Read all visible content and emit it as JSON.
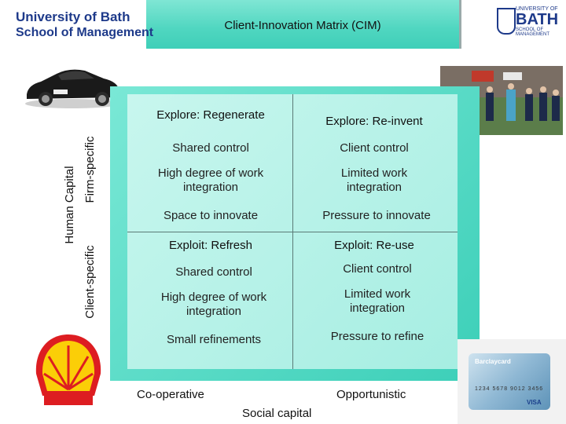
{
  "header": {
    "title": "Client-Innovation Matrix (CIM)",
    "university_line1": "University of Bath",
    "university_line2": "School of Management",
    "bath_small": "UNIVERSITY OF",
    "bath_big": "BATH",
    "bath_sub": "SCHOOL OF MANAGEMENT"
  },
  "axes": {
    "y_outer": "Human Capital",
    "y_top": "Firm-specific",
    "y_bottom": "Client-specific",
    "x_left": "Co-operative",
    "x_right": "Opportunistic",
    "x_title": "Social capital"
  },
  "quadrants": {
    "top_left": {
      "title": "Explore: Regenerate",
      "item1": "Shared control",
      "item2": "High degree of work integration",
      "item3": "Space to innovate"
    },
    "top_right": {
      "title": "Explore: Re-invent",
      "item1": "Client control",
      "item2": "Limited work integration",
      "item3": "Pressure to innovate"
    },
    "bottom_left": {
      "title": "Exploit: Refresh",
      "item1": "Shared control",
      "item2": "High degree of work integration",
      "item3": "Small refinements"
    },
    "bottom_right": {
      "title": "Exploit: Re-use",
      "item1": "Client control",
      "item2": "Limited work integration",
      "item3": "Pressure to refine"
    }
  },
  "images": {
    "card_brand": "Barclaycard",
    "card_number": "1234 5678 9012 3456",
    "card_network": "VISA"
  },
  "colors": {
    "teal_dark": "#3ccfb8",
    "teal_light": "#a6eee2",
    "uni_blue": "#1e3a8a",
    "shell_red": "#dd1d21",
    "shell_yellow": "#fbce07"
  }
}
